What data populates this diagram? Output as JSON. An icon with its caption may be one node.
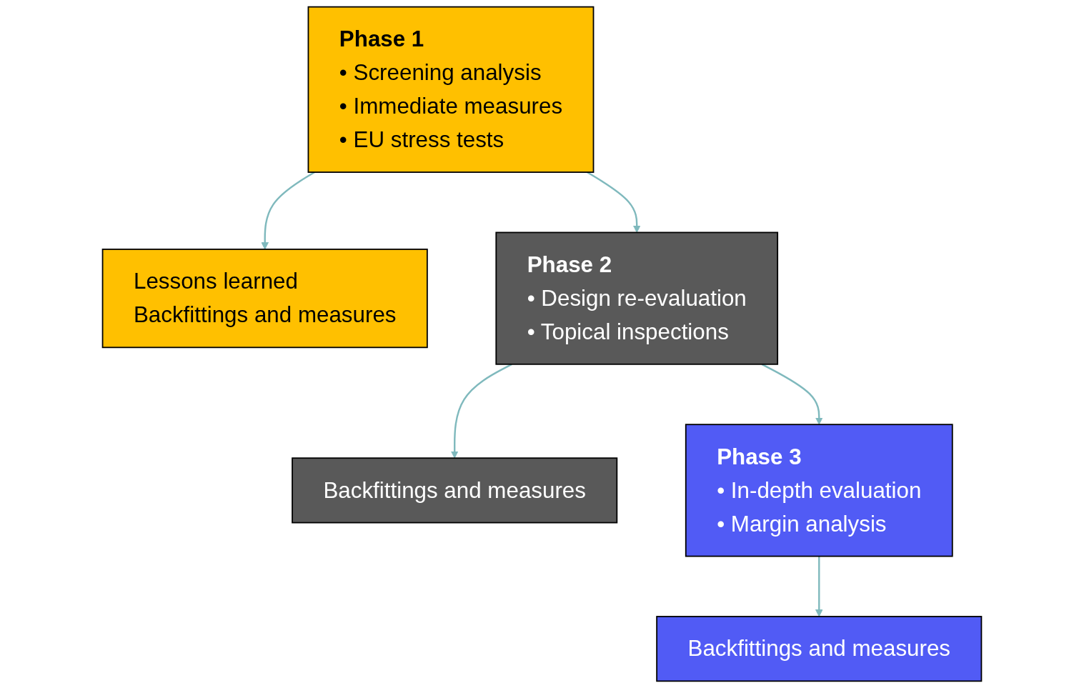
{
  "diagram": {
    "nodes": [
      {
        "text": [
          "Phase 1",
          "• Screening analysis",
          "• Immediate measures",
          "• EU stress tests"
        ]
      },
      {
        "text": [
          "Lessons learned",
          "Backfittings and measures"
        ]
      },
      {
        "text": [
          "Phase 2",
          "• Design re-evaluation",
          "• Topical inspections"
        ]
      },
      {
        "text": [
          "Backfittings and measures"
        ]
      },
      {
        "text": [
          "Phase 3",
          "• In-depth evaluation",
          "• Margin analysis"
        ]
      },
      {
        "text": [
          "Backfittings and measures"
        ]
      }
    ],
    "edges": [
      {
        "from": 0,
        "to": 1,
        "arrow": "to"
      },
      {
        "from": 0,
        "to": 2,
        "arrow": "to"
      },
      {
        "from": 2,
        "to": 3,
        "arrow": "to"
      },
      {
        "from": 2,
        "to": 4,
        "arrow": "to"
      },
      {
        "from": 4,
        "to": 5,
        "arrow": "to"
      }
    ]
  }
}
